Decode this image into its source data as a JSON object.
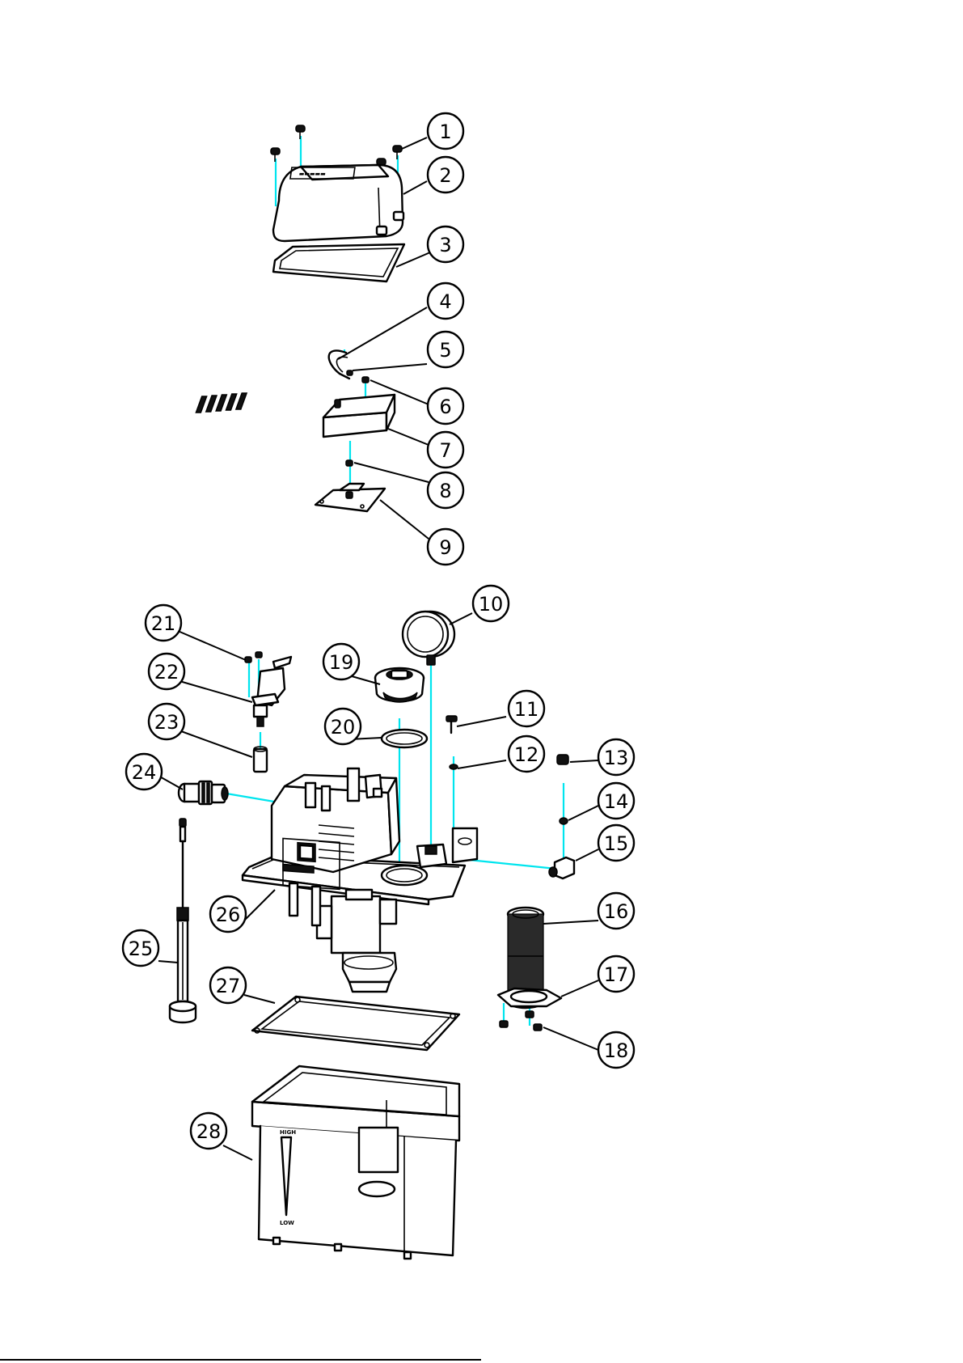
{
  "colors": {
    "assembly_axis": "#00e5ee",
    "ink": "#000000",
    "background": "#ffffff"
  },
  "balloons": [
    {
      "n": "1"
    },
    {
      "n": "2"
    },
    {
      "n": "3"
    },
    {
      "n": "4"
    },
    {
      "n": "5"
    },
    {
      "n": "6"
    },
    {
      "n": "7"
    },
    {
      "n": "8"
    },
    {
      "n": "9"
    },
    {
      "n": "10"
    },
    {
      "n": "11"
    },
    {
      "n": "12"
    },
    {
      "n": "13"
    },
    {
      "n": "14"
    },
    {
      "n": "15"
    },
    {
      "n": "16"
    },
    {
      "n": "17"
    },
    {
      "n": "18"
    },
    {
      "n": "19"
    },
    {
      "n": "20"
    },
    {
      "n": "21"
    },
    {
      "n": "22"
    },
    {
      "n": "23"
    },
    {
      "n": "24"
    },
    {
      "n": "25"
    },
    {
      "n": "26"
    },
    {
      "n": "27"
    },
    {
      "n": "28"
    }
  ],
  "tank_labels": {
    "high": "HIGH",
    "low": "LOW"
  }
}
